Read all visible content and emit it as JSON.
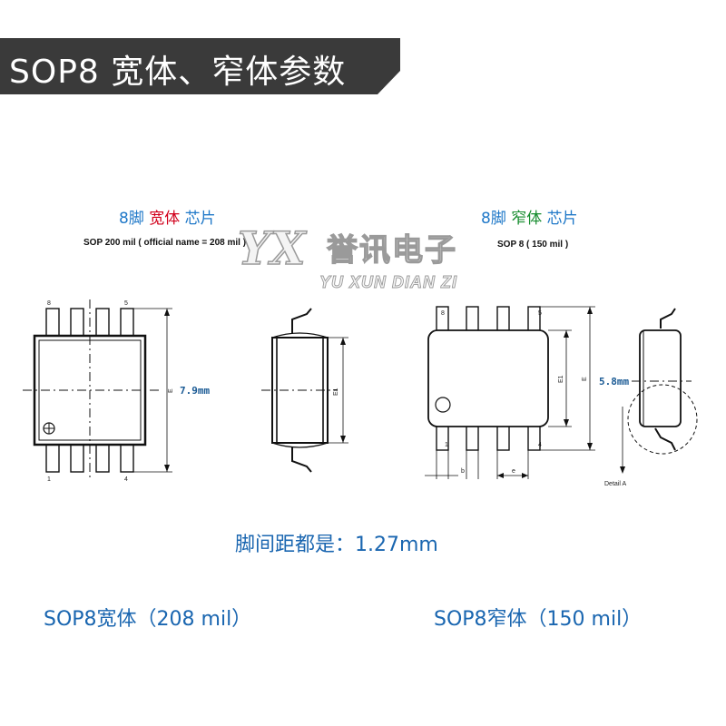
{
  "header": {
    "title": "SOP8 宽体、窄体参数"
  },
  "wide": {
    "label_pin": "8脚",
    "label_type": "宽体",
    "label_chip": "芯片",
    "subtitle": "SOP 200 mil ( official name = 208 mil )",
    "dimension": "7.9mm",
    "pin_top_left": "8",
    "pin_top_right": "5",
    "pin_bottom_left": "1",
    "pin_bottom_right": "4",
    "dim_letter_e": "E",
    "dim_letter_e1": "E1"
  },
  "narrow": {
    "label_pin": "8脚",
    "label_type": "窄体",
    "label_chip": "芯片",
    "subtitle": "SOP 8 ( 150 mil )",
    "dimension": "5.8mm",
    "pin_top_left": "8",
    "pin_top_right": "5",
    "pin_bottom_left": "1",
    "pin_bottom_right": "4",
    "dim_letter_e": "E",
    "dim_letter_e1": "E1",
    "dim_letter_b": "b",
    "dim_letter_pitch": "e",
    "detail_label": "Detail A"
  },
  "watermark": {
    "logo": "YX",
    "cn": "誉讯电子",
    "pinyin": "YU XUN DIAN ZI"
  },
  "pitch_text": "脚间距都是：1.27mm",
  "footer": {
    "wide": "SOP8宽体（208 mil）",
    "narrow": "SOP8窄体（150 mil）"
  },
  "colors": {
    "banner": "#3a3a3a",
    "label_blue": "#1f78c8",
    "wide_red": "#d1001b",
    "narrow_green": "#168c2e"
  }
}
